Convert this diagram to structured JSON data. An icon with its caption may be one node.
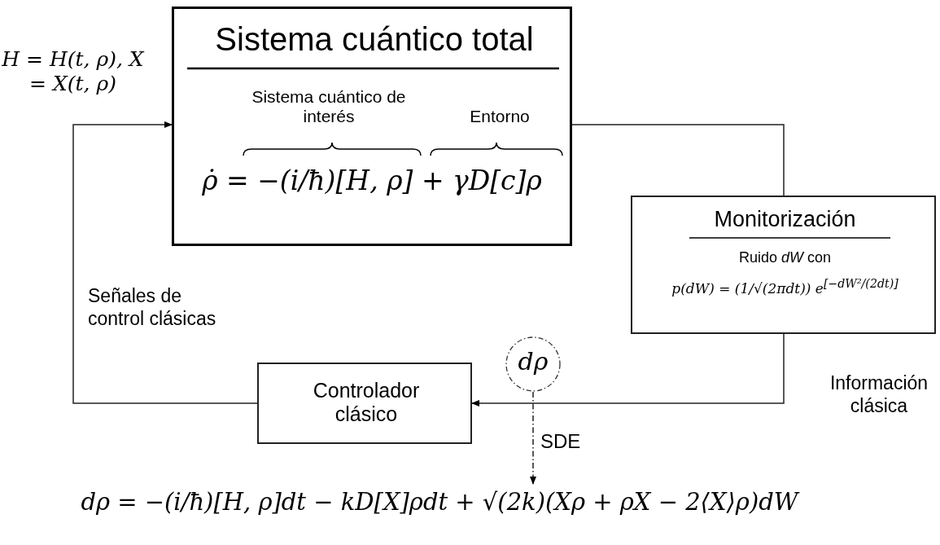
{
  "diagram": {
    "nodes": [
      {
        "text": [
          "Sistema cuántico total",
          "Sistema cuántico de interés",
          "Entorno",
          "ρ̇ = −(i/ħ)[H, ρ] + γD[c]ρ"
        ]
      },
      {
        "text": [
          "Monitorización",
          "Ruido *dW* con",
          "p(dW) = (1/√(2πdt)) e$^{[−dW²/(2dt)]}$"
        ]
      },
      {
        "text": [
          "Controlador clásico"
        ]
      },
      {
        "text": [
          "dρ"
        ]
      },
      {
        "text": [
          "dρ = −(i/ħ)[H, ρ]dt − kD[X]ρdt + √(2k)(Xρ + ρX − 2⟨X⟩ρ)dW"
        ]
      }
    ],
    "edges": [
      {
        "from": 0,
        "to": 1,
        "arrow": "none"
      },
      {
        "from": 1,
        "to": 2,
        "arrow": "to",
        "label": "Información clásica"
      },
      {
        "from": 2,
        "to": 0,
        "arrow": "to",
        "label": "Señales de control clásicas"
      },
      {
        "from": 3,
        "to": 4,
        "arrow": "to",
        "label": "SDE",
        "style": "dashed"
      }
    ],
    "labels": [
      "H = H(t, ρ), X = X(t, ρ)"
    ]
  }
}
